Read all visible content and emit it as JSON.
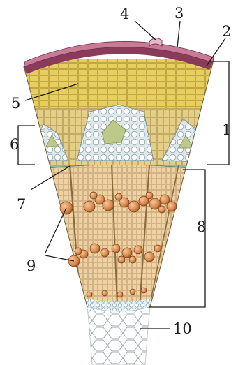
{
  "labels": {
    "l1": "1",
    "l2": "2",
    "l3": "3",
    "l4": "4",
    "l5": "5",
    "l6": "6",
    "l7": "7",
    "l8": "8",
    "l9": "9",
    "l10": "10"
  },
  "colors": {
    "background": "#ffffff",
    "epidermis": "#c06c8a",
    "cork": "#8a3b5a",
    "cortex": "#e8d56a",
    "bast": "#f4f4f4",
    "phloem": "#d9c98a",
    "cambium": "#7aa893",
    "xylem": "#e9c99a",
    "vessels": "#d08848",
    "pith": "#f7f7f7",
    "lines": "#1a1a1a"
  }
}
